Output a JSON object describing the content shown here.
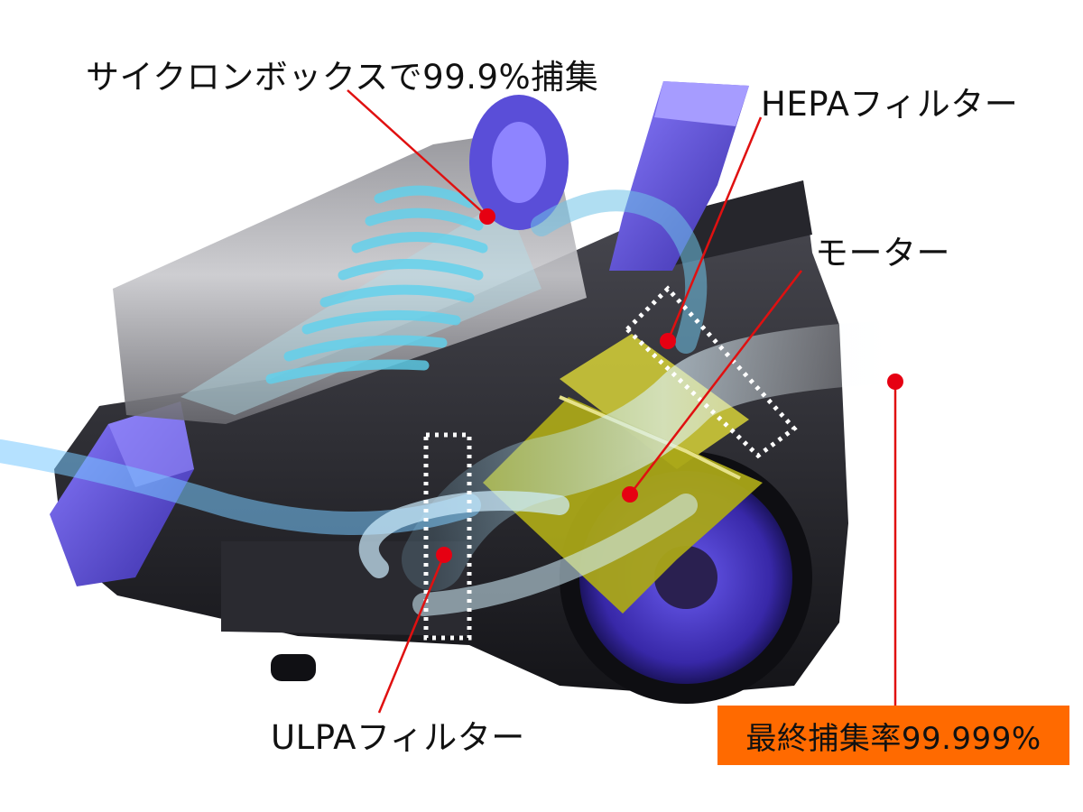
{
  "labels": {
    "cyclone_box": "サイクロンボックスで99.9%捕集",
    "hepa_filter": "HEPAフィルター",
    "motor": "モーター",
    "ulpa_filter": "ULPAフィルター",
    "final_rate": "最終捕集率99.999%"
  },
  "colors": {
    "callout_line": "#e01010",
    "callout_dot": "#e60012",
    "badge_background": "#ff6a00",
    "body_accent": "#5a4ed8",
    "motor_yellow": "#b6b21a",
    "airflow": "#7fd4ff"
  }
}
